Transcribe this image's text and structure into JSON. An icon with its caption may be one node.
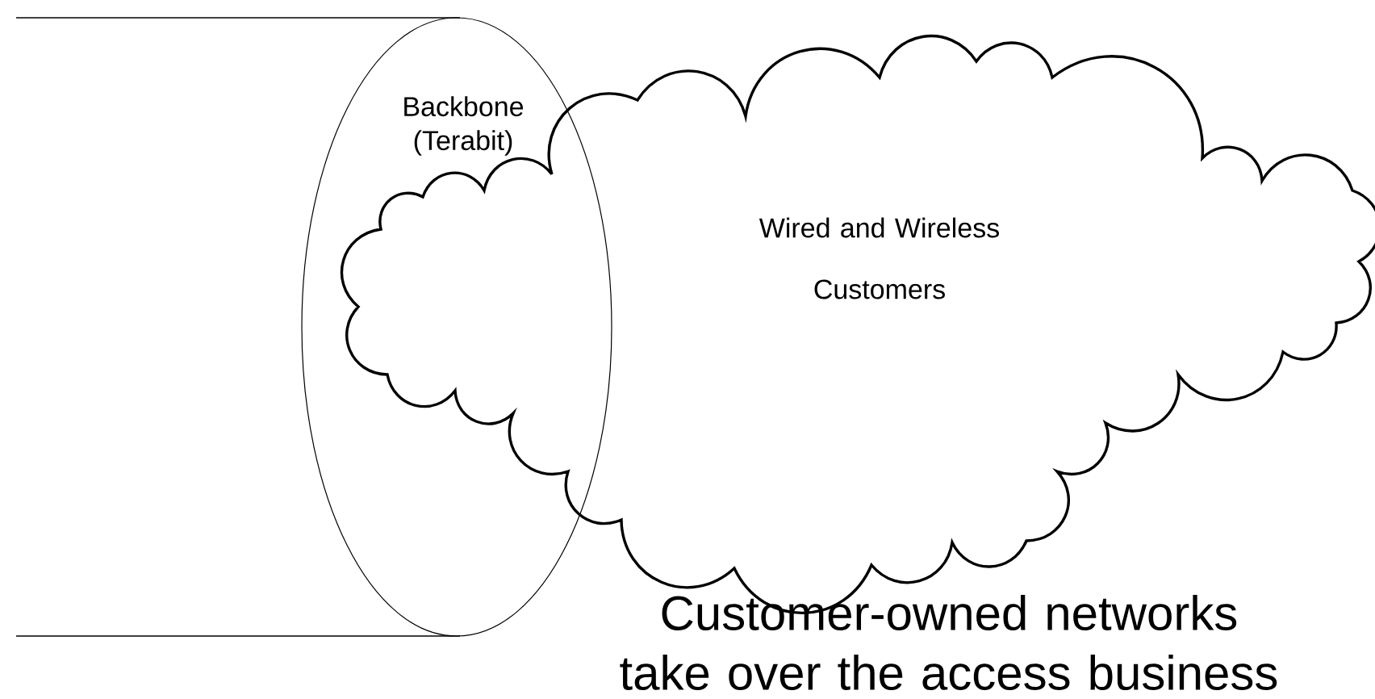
{
  "diagram": {
    "caption": "Customer-owned networks take over the access business",
    "nodes": [
      {
        "text": [
          "Backbone (Terabit)"
        ]
      },
      {
        "text": [
          "Wired and Wireless Customers"
        ]
      }
    ]
  }
}
